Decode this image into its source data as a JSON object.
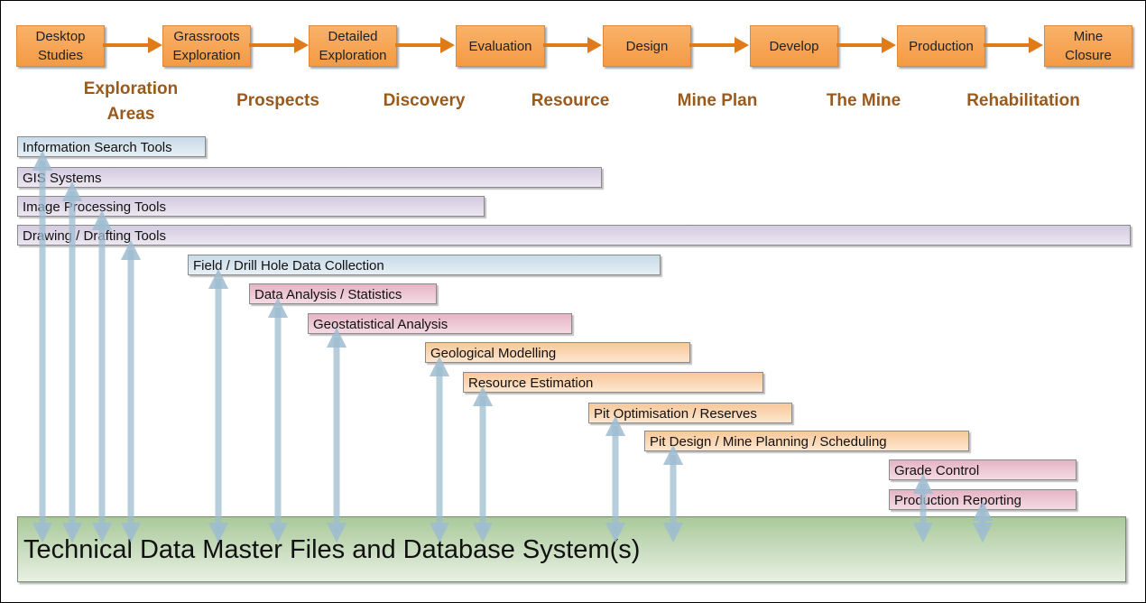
{
  "stages": [
    {
      "label": "Desktop\nStudies"
    },
    {
      "label": "Grassroots\nExploration"
    },
    {
      "label": "Detailed\nExploration"
    },
    {
      "label": "Evaluation"
    },
    {
      "label": "Design"
    },
    {
      "label": "Develop"
    },
    {
      "label": "Production"
    },
    {
      "label": "Mine\nClosure"
    }
  ],
  "outcomes": [
    {
      "label": "Exploration\nAreas"
    },
    {
      "label": "Prospects"
    },
    {
      "label": "Discovery"
    },
    {
      "label": "Resource"
    },
    {
      "label": "Mine Plan"
    },
    {
      "label": "The Mine"
    },
    {
      "label": "Rehabilitation"
    }
  ],
  "tools": [
    {
      "label": "Information Search Tools",
      "category": "blue"
    },
    {
      "label": "GIS Systems",
      "category": "purple"
    },
    {
      "label": "Image Processing Tools",
      "category": "purple"
    },
    {
      "label": "Drawing / Drafting Tools",
      "category": "purple"
    },
    {
      "label": "Field / Drill Hole Data Collection",
      "category": "blue"
    },
    {
      "label": "Data Analysis / Statistics",
      "category": "pink"
    },
    {
      "label": "Geostatistical Analysis",
      "category": "pink"
    },
    {
      "label": "Geological Modelling",
      "category": "orange"
    },
    {
      "label": "Resource Estimation",
      "category": "orange"
    },
    {
      "label": "Pit Optimisation / Reserves",
      "category": "orange"
    },
    {
      "label": "Pit Design / Mine Planning / Scheduling",
      "category": "orange"
    },
    {
      "label": "Grade Control",
      "category": "pink"
    },
    {
      "label": "Production Reporting",
      "category": "pink"
    }
  ],
  "database": {
    "label": "Technical Data Master Files and Database System(s)"
  },
  "colors": {
    "stage_fill": "#f5a24f",
    "flow_arrow": "#e07b1a",
    "outcome_text": "#9a5a1c",
    "link_arrow": "#a9c4d6",
    "database_fill": "#b8d4aa"
  }
}
